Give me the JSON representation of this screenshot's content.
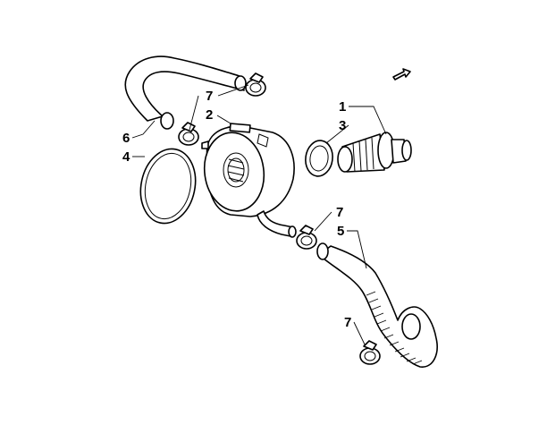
{
  "diagram": {
    "callouts": {
      "c1": "1",
      "c2": "2",
      "c3": "3",
      "c4": "4",
      "c5": "5",
      "c6": "6",
      "c7a": "7",
      "c7b": "7",
      "c7c": "7"
    },
    "icons": {
      "nav": "arrow-pointer-icon"
    },
    "colors": {
      "line": "#000000",
      "background": "#ffffff"
    }
  }
}
